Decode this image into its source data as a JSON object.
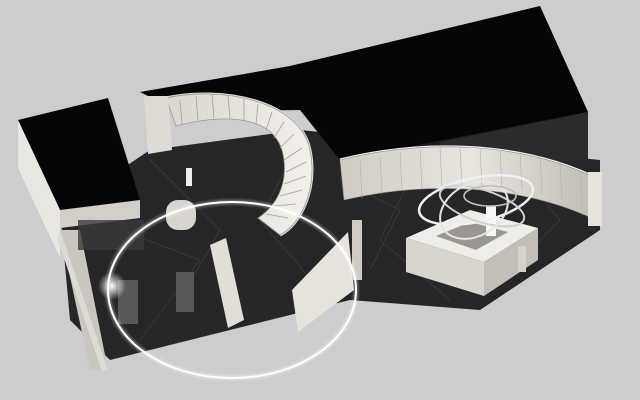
{
  "colors": {
    "background": "#cdcdcd",
    "roof": "#050505",
    "floor": "#262626",
    "wall": "#e8e6e1",
    "wall_shade": "#bdb9b2",
    "ring_glow": "#ffffff",
    "accent_light": "#f6f6f6"
  },
  "elements": {
    "left_block": "building-block-left",
    "right_block": "building-block-right",
    "staircase": "spiral-staircase",
    "curved_wall": "curved-wall",
    "display_island": "display-island",
    "orbit_sculpture": "orbit-ring-sculpture",
    "floor_light_ring": "floor-light-ring",
    "partition_walls": "partition-walls"
  }
}
